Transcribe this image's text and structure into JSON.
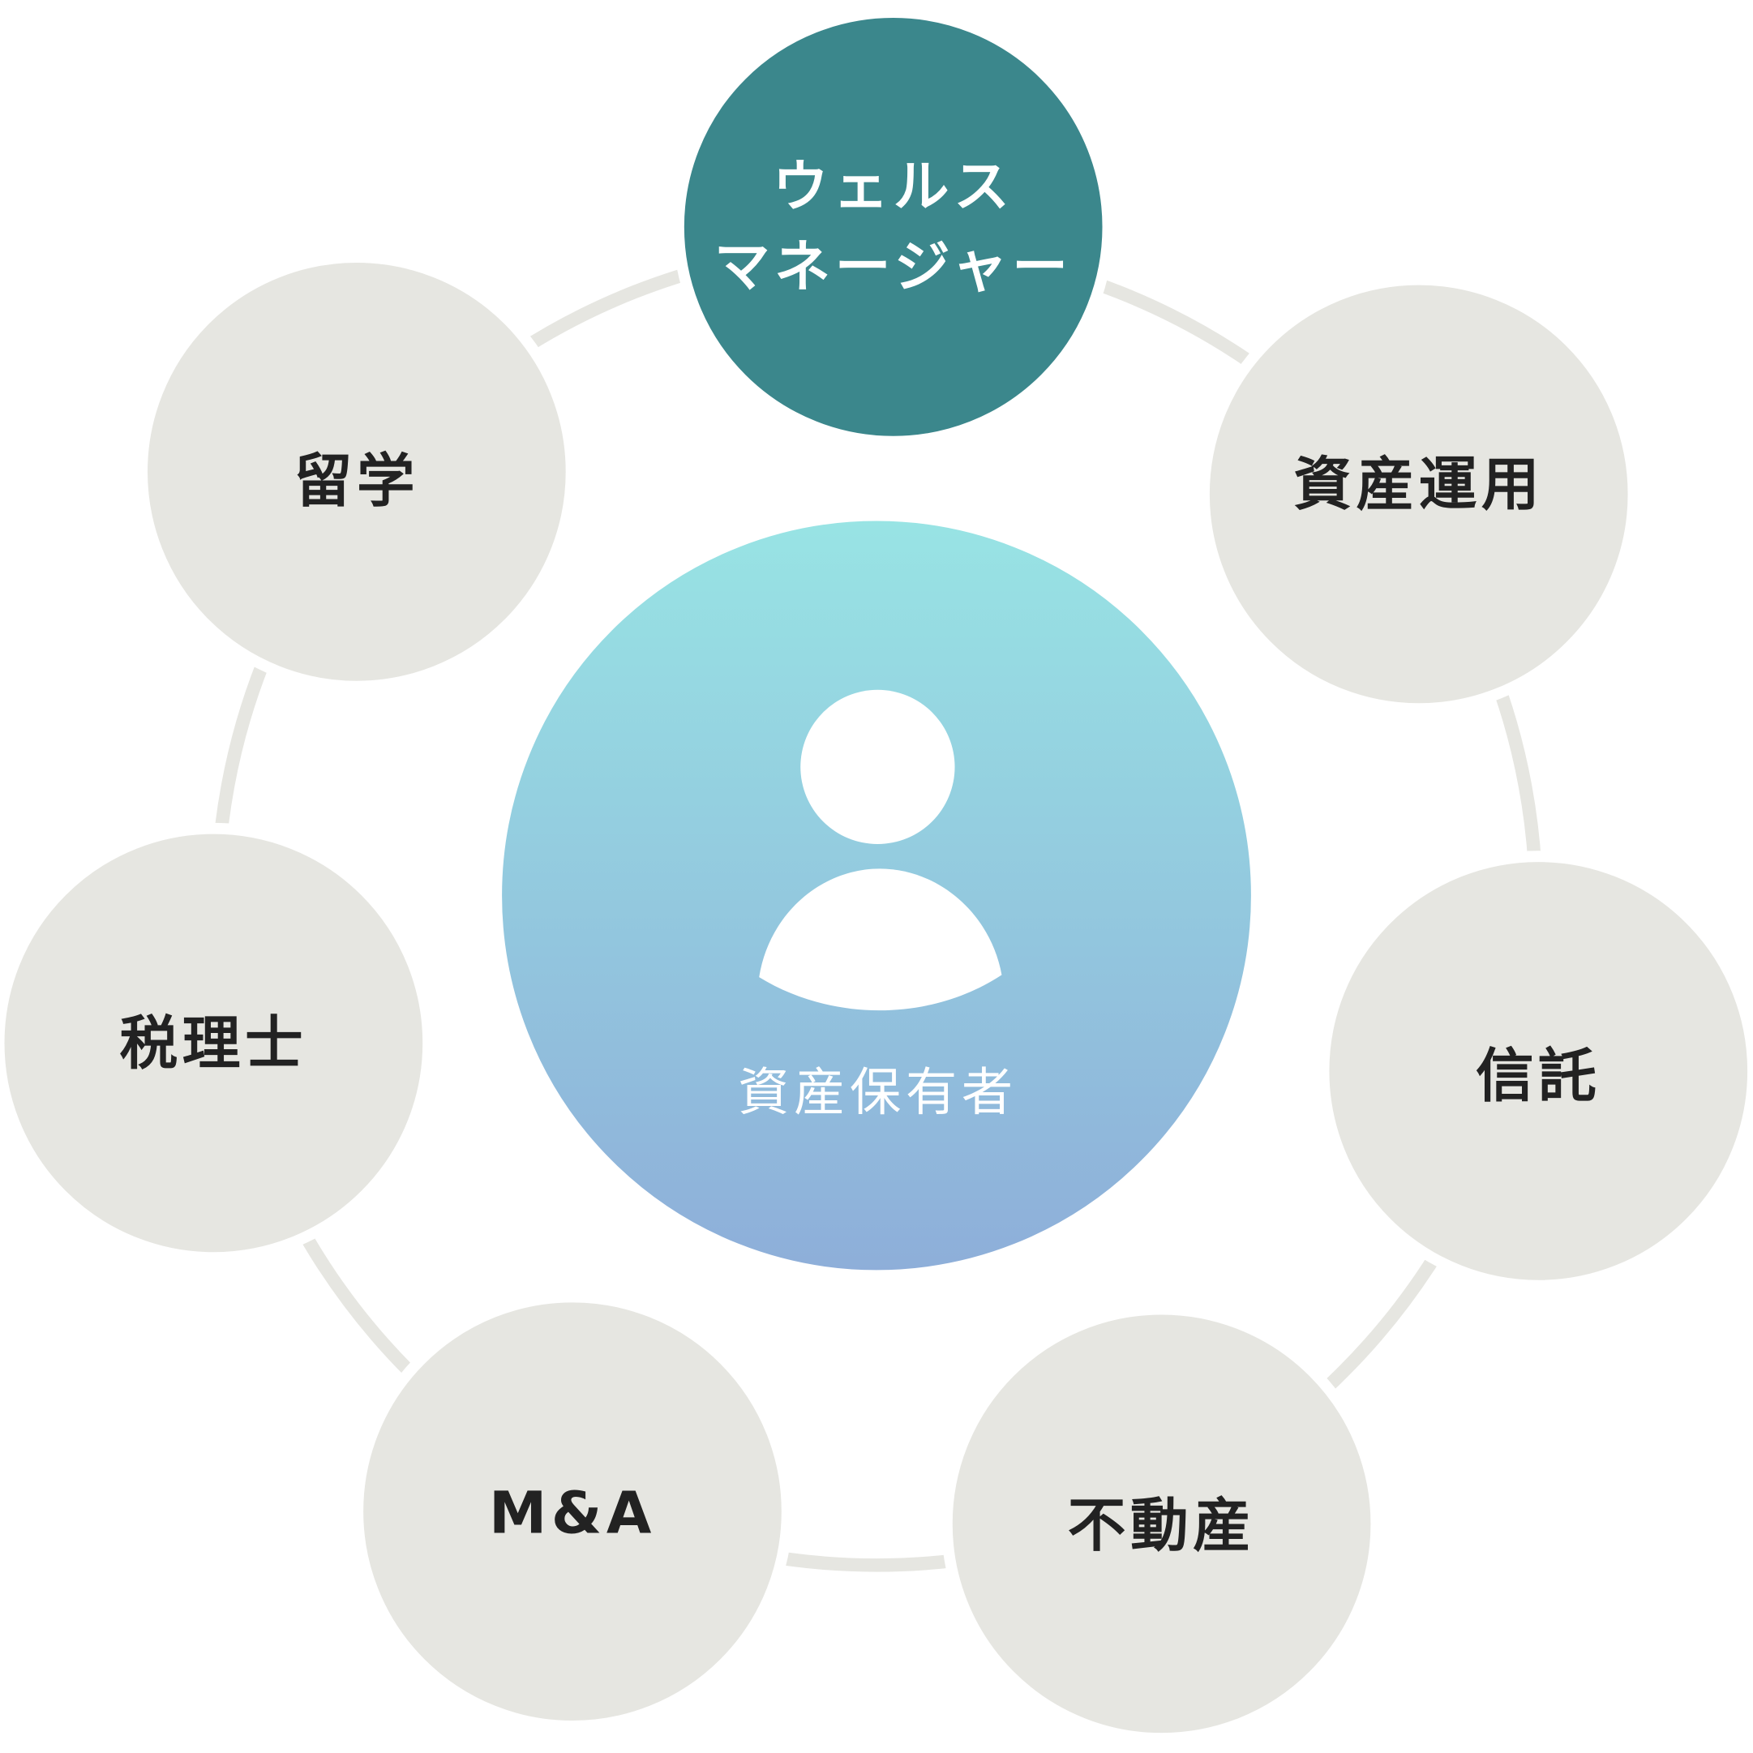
{
  "colors": {
    "ring": "#e6e6e1",
    "node": "#e6e6e1",
    "accent": "#3b878c",
    "center_top": "#98e4e4",
    "center_bottom": "#8eaed9",
    "text": "#222222"
  },
  "center": {
    "label": "資産保有者",
    "icon": "person-icon"
  },
  "accent_node": {
    "line1": "ウェルス",
    "line2": "マネージャー"
  },
  "nodes": [
    "資産運用",
    "信託",
    "不動産",
    "M&A",
    "税理士",
    "留学"
  ]
}
